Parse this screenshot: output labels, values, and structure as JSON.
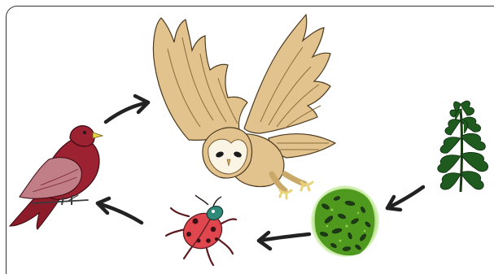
{
  "diagram": {
    "type": "food-chain-cycle",
    "nodes": [
      {
        "id": "plant",
        "icon": "plant-icon"
      },
      {
        "id": "aphids",
        "icon": "aphids-icon"
      },
      {
        "id": "ladybug",
        "icon": "ladybug-icon"
      },
      {
        "id": "bird",
        "icon": "bird-icon"
      },
      {
        "id": "owl",
        "icon": "owl-icon"
      }
    ],
    "edges": [
      {
        "from": "plant",
        "to": "aphids"
      },
      {
        "from": "aphids",
        "to": "ladybug"
      },
      {
        "from": "ladybug",
        "to": "bird"
      },
      {
        "from": "bird",
        "to": "owl"
      }
    ],
    "colors": {
      "arrow": "#222222",
      "owl": "#e3c38d",
      "bird": "#9c2232",
      "ladybug": "#e0464e",
      "aphids": "#4c8a1c",
      "plant": "#1f5a1f"
    }
  }
}
